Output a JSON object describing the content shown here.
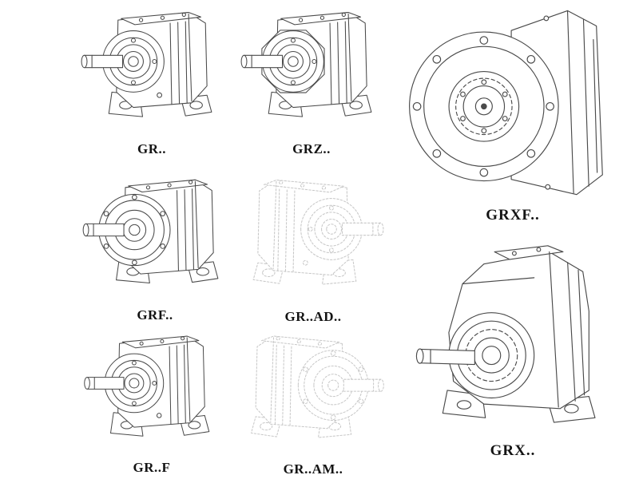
{
  "page": {
    "title": "Helical gear reducer series line drawings",
    "background": "#ffffff"
  },
  "colors": {
    "line": "#4a4a4a",
    "ghost_line": "#c8c8c8",
    "label_text": "#141414"
  },
  "figures": [
    {
      "label": "GR..",
      "drawing": "gearbox-side-view",
      "line_style": "solid"
    },
    {
      "label": "GRZ..",
      "drawing": "gearbox-side-view-faceted",
      "line_style": "solid"
    },
    {
      "label": "GRXF..",
      "drawing": "gearbox-flange-front-view",
      "line_style": "solid"
    },
    {
      "label": "GRF..",
      "drawing": "gearbox-flange-side-view",
      "line_style": "solid"
    },
    {
      "label": "GR..AD..",
      "drawing": "gearbox-adapter-side-view",
      "line_style": "ghost"
    },
    {
      "label": "GR..F",
      "drawing": "gearbox-side-view",
      "line_style": "solid"
    },
    {
      "label": "GR..AM..",
      "drawing": "gearbox-motor-adapter-view",
      "line_style": "ghost"
    },
    {
      "label": "GRX..",
      "drawing": "gearbox-large-side-view",
      "line_style": "solid"
    }
  ]
}
